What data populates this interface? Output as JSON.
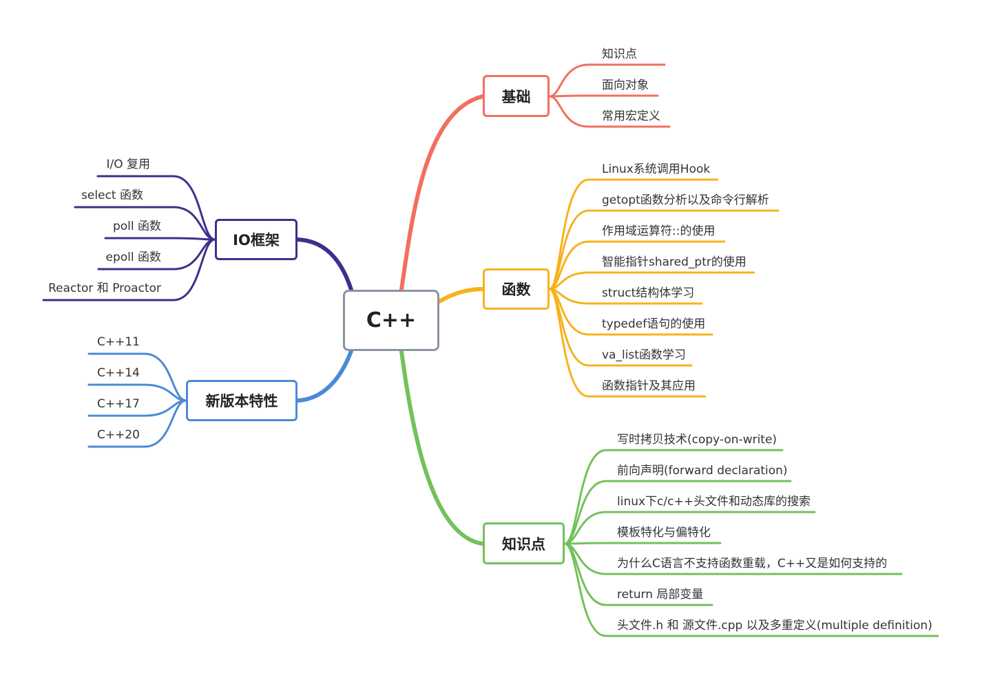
{
  "root": "C++",
  "colors": {
    "root_border": "#8a93a0",
    "basics": "#f26f5e",
    "functions": "#f7b21b",
    "knowledge": "#72c15a",
    "io": "#3d2f8c",
    "new_features": "#4a8ad6"
  },
  "branches": {
    "basics": {
      "label": "基础",
      "items": [
        "知识点",
        "面向对象",
        "常用宏定义"
      ]
    },
    "functions": {
      "label": "函数",
      "items": [
        "Linux系统调用Hook",
        "getopt函数分析以及命令行解析",
        "作用域运算符::的使用",
        "智能指针shared_ptr的使用",
        "struct结构体学习",
        "typedef语句的使用",
        "va_list函数学习",
        "函数指针及其应用"
      ]
    },
    "knowledge": {
      "label": "知识点",
      "items": [
        "写时拷贝技术(copy-on-write)",
        "前向声明(forward declaration)",
        "linux下c/c++头文件和动态库的搜索",
        "模板特化与偏特化",
        "为什么C语言不支持函数重载，C++又是如何支持的",
        "return 局部变量",
        "头文件.h 和 源文件.cpp 以及多重定义(multiple definition)"
      ]
    },
    "io": {
      "label": "IO框架",
      "items": [
        "I/O 复用",
        "select 函数",
        "poll 函数",
        "epoll 函数",
        "Reactor 和 Proactor"
      ]
    },
    "new_features": {
      "label": "新版本特性",
      "items": [
        "C++11",
        "C++14",
        "C++17",
        "C++20"
      ]
    }
  }
}
